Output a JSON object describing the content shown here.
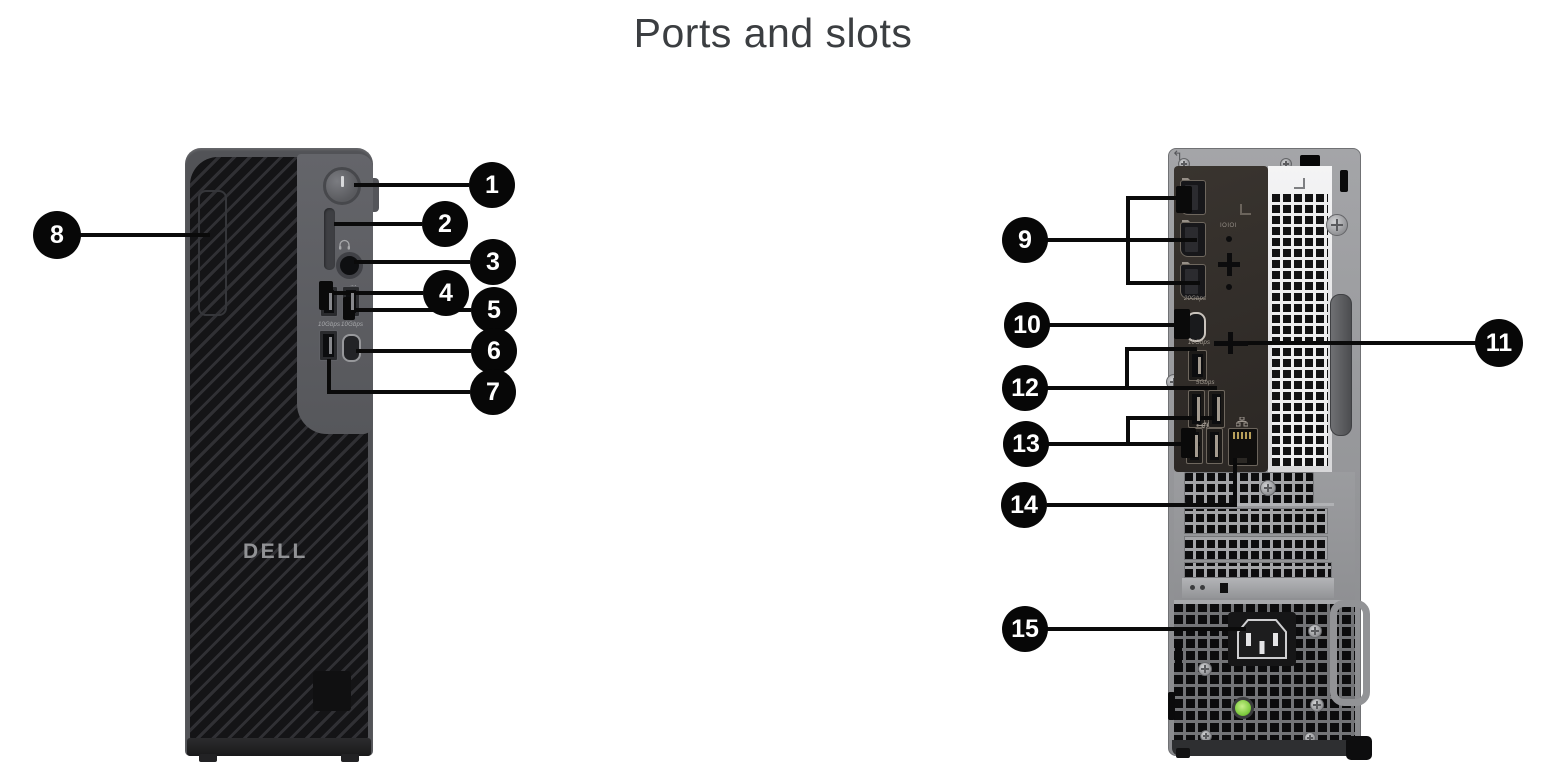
{
  "title": "Ports and slots",
  "front": {
    "brand": "DELL",
    "port_labels": {
      "usb_10gbps_left": "10Gbps",
      "usb_10gbps_right": "10Gbps"
    },
    "callouts": {
      "c1": "1",
      "c2": "2",
      "c3": "3",
      "c4": "4",
      "c5": "5",
      "c6": "6",
      "c7": "7",
      "c8": "8"
    }
  },
  "back": {
    "port_labels": {
      "serial": "IOIOI",
      "usb_c": "20Gbps",
      "usb_a_10gbps": "10Gbps",
      "usb_a_5gbps": "5Gbps"
    },
    "callouts": {
      "c9": "9",
      "c10": "10",
      "c11": "11",
      "c12": "12",
      "c13": "13",
      "c14": "14",
      "c15": "15"
    }
  },
  "icons": {
    "power": "power-button-icon",
    "headset": "headset-icon",
    "usb": "usb-icon",
    "usb_powershare": "usb-powershare-icon",
    "displayport": "displayport-icon",
    "serial": "serial-port-mark",
    "padlock_ring": "padlock-ring-mark",
    "ethernet": "ethernet-icon"
  },
  "colors": {
    "callout": "#0a0a0a",
    "front_case": "#525357",
    "io_panel": "#2f2b28",
    "led_green": "#7cc93d"
  }
}
